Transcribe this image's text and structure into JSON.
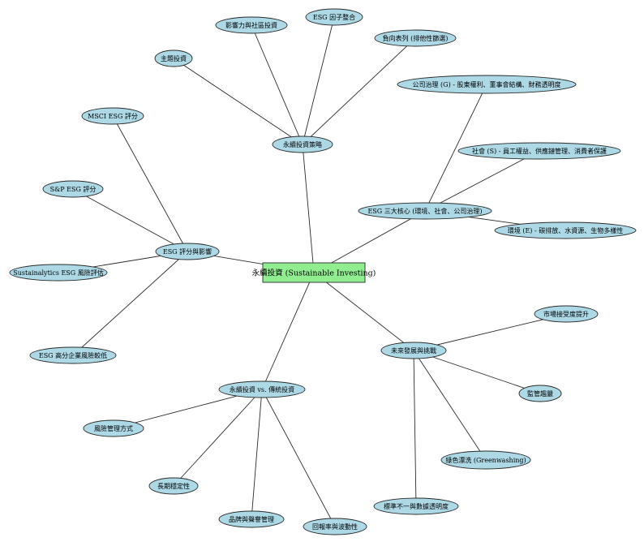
{
  "root": {
    "id": "root",
    "label": "永續投資 (Sustainable Investing)",
    "fill": "#90ee90"
  },
  "node_fill": "#add8e6",
  "nodes": [
    {
      "id": "strategy",
      "label": "永續投資策略",
      "parent": "root"
    },
    {
      "id": "impact",
      "label": "影響力與社區投資",
      "parent": "strategy"
    },
    {
      "id": "esg_integration",
      "label": "ESG 因子整合",
      "parent": "strategy"
    },
    {
      "id": "negative",
      "label": "負向表列 (排他性篩選)",
      "parent": "strategy"
    },
    {
      "id": "thematic",
      "label": "主題投資",
      "parent": "strategy"
    },
    {
      "id": "esg_core",
      "label": "ESG 三大核心 (環境、社會、公司治理)",
      "parent": "root"
    },
    {
      "id": "gov",
      "label": "公司治理 (G) - 股東權利、董事會結構、財務透明度",
      "parent": "esg_core"
    },
    {
      "id": "soc",
      "label": "社會 (S) - 員工權益、供應鏈管理、消費者保護",
      "parent": "esg_core"
    },
    {
      "id": "env",
      "label": "環境 (E) - 碳排放、水資源、生物多樣性",
      "parent": "esg_core"
    },
    {
      "id": "rating",
      "label": "ESG 評分與影響",
      "parent": "root"
    },
    {
      "id": "msci",
      "label": "MSCI ESG 評分",
      "parent": "rating"
    },
    {
      "id": "sp",
      "label": "S&P ESG 評分",
      "parent": "rating"
    },
    {
      "id": "sustainalytics",
      "label": "Sustainalytics ESG 風險評估",
      "parent": "rating"
    },
    {
      "id": "lowrisk",
      "label": "ESG 高分企業風險較低",
      "parent": "rating"
    },
    {
      "id": "future",
      "label": "未來發展與挑戰",
      "parent": "root"
    },
    {
      "id": "acceptance",
      "label": "市場接受度提升",
      "parent": "future"
    },
    {
      "id": "regulation",
      "label": "監管趨嚴",
      "parent": "future"
    },
    {
      "id": "greenwash",
      "label": "綠色漂洗 (Greenwashing)",
      "parent": "future"
    },
    {
      "id": "standards",
      "label": "標準不一與數據透明度",
      "parent": "future"
    },
    {
      "id": "vs",
      "label": "永續投資 vs. 傳統投資",
      "parent": "root"
    },
    {
      "id": "riskmgmt",
      "label": "風險管理方式",
      "parent": "vs"
    },
    {
      "id": "stability",
      "label": "長期穩定性",
      "parent": "vs"
    },
    {
      "id": "brand",
      "label": "品牌與聲譽管理",
      "parent": "vs"
    },
    {
      "id": "returns",
      "label": "回報率與波動性",
      "parent": "vs"
    }
  ]
}
